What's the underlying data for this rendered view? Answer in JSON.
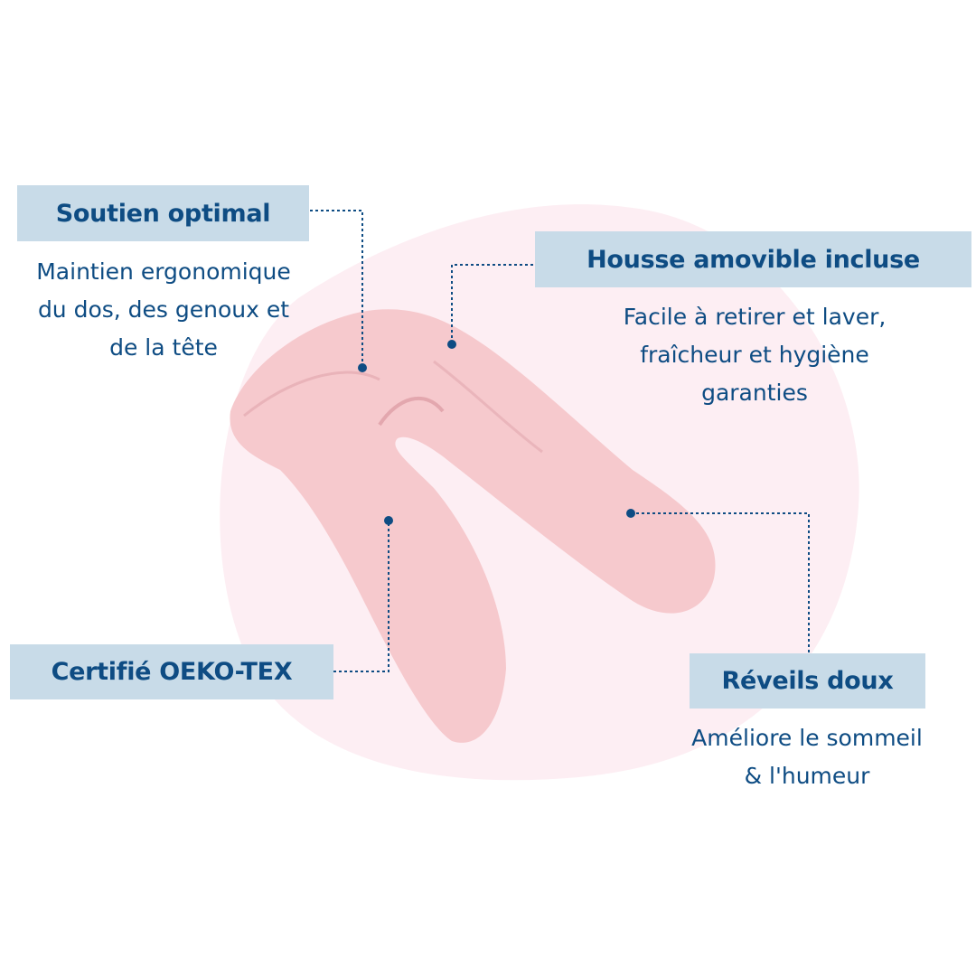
{
  "features": [
    {
      "title": "Soutien optimal",
      "description_lines": [
        "Maintien ergonomique",
        "du dos, des genoux et",
        "de la tête"
      ]
    },
    {
      "title": "Housse amovible incluse",
      "description_lines": [
        "Facile à retirer et laver,",
        "fraîcheur et hygiène",
        "garanties"
      ]
    },
    {
      "title": "Certifié OEKO-TEX"
    },
    {
      "title": "Réveils doux",
      "description_lines": [
        "Améliore le sommeil",
        "& l'humeur"
      ]
    }
  ],
  "colors": {
    "label_bg": "#c8dbe8",
    "text": "#0e4c83",
    "blob": "#fdeef3",
    "pillow": "#f6c9cd"
  }
}
